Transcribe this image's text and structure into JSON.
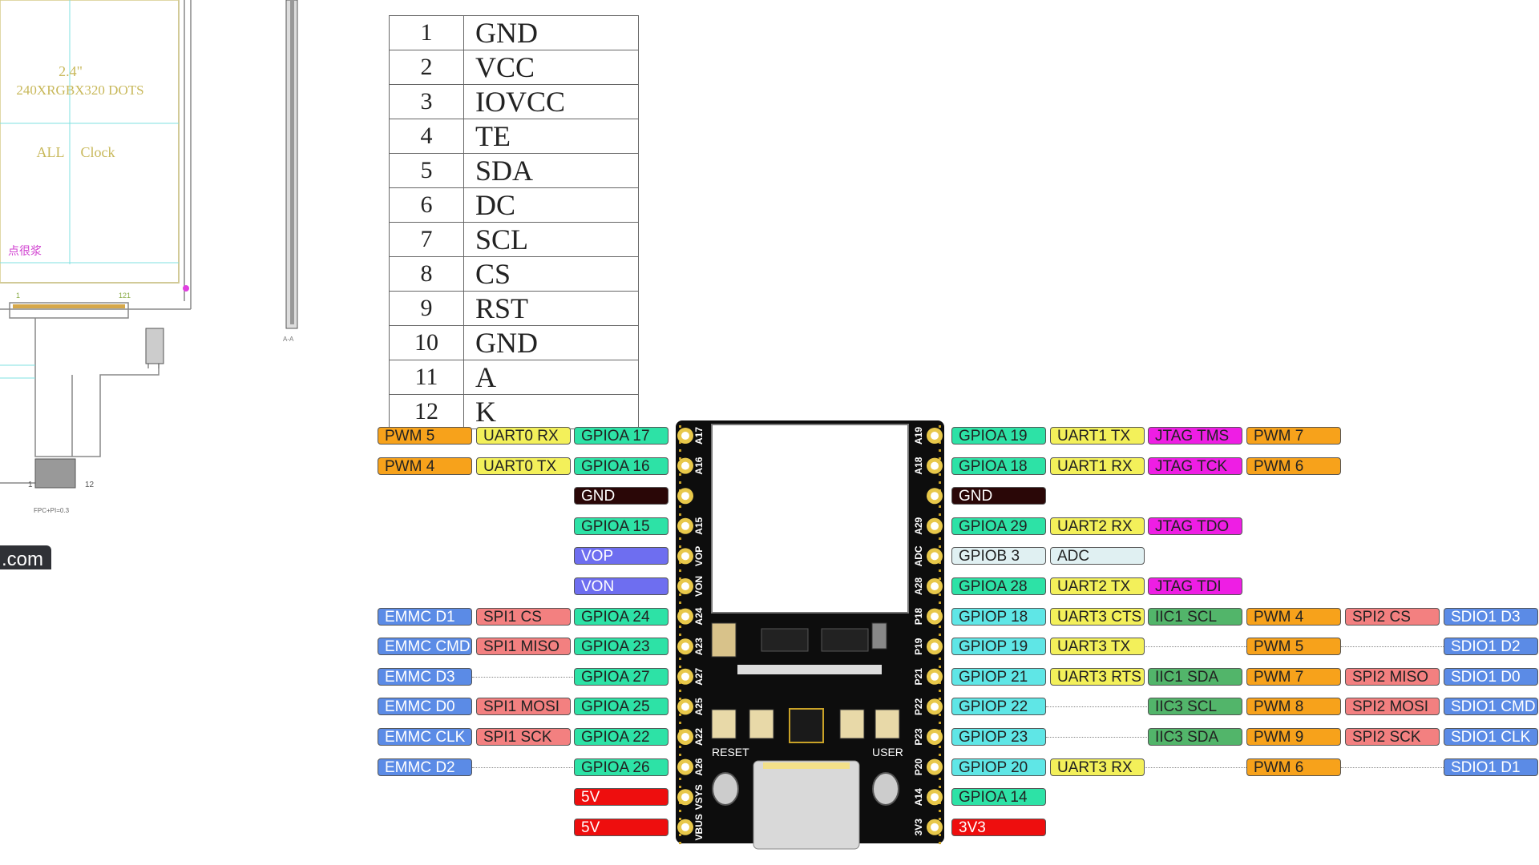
{
  "lcd_drawing": {
    "size_label": "2.4\"",
    "resolution_label": "240XRGBX320 DOTS",
    "clock_label_a": "ALL",
    "clock_label_b": "Clock",
    "pixel_label": "点很浆",
    "fpc_pin_first": "1",
    "fpc_pin_last": "12",
    "fpc_top_left": "1",
    "fpc_top_right": "121",
    "fpc_note": "FPC+PI=0.3",
    "side_view_label": "A-A"
  },
  "site_tab_text": ".com",
  "pin_table": [
    {
      "num": "1",
      "name": "GND"
    },
    {
      "num": "2",
      "name": "VCC"
    },
    {
      "num": "3",
      "name": "IOVCC"
    },
    {
      "num": "4",
      "name": "TE"
    },
    {
      "num": "5",
      "name": "SDA"
    },
    {
      "num": "6",
      "name": "DC"
    },
    {
      "num": "7",
      "name": "SCL"
    },
    {
      "num": "8",
      "name": "CS"
    },
    {
      "num": "9",
      "name": "RST"
    },
    {
      "num": "10",
      "name": "GND"
    },
    {
      "num": "11",
      "name": "A"
    },
    {
      "num": "12",
      "name": "K"
    }
  ],
  "colors": {
    "pwm": "#f7a21b",
    "uart": "#f3f05a",
    "gpio": "#2de2a6",
    "gpiop": "#5fe6e6",
    "gnd": "#2a0707",
    "pwr": "#ee0e0e",
    "vo": "#6e6ef0",
    "emmc": "#5b8be6",
    "spi": "#f38080",
    "jtag": "#ee1ee4",
    "iic": "#52b56a",
    "sdio": "#5b8be6",
    "gpiob": "#e0f0f2",
    "adc": "#e0f0f2",
    "board": "#0d0d0d",
    "pad": "#e8c84a"
  },
  "board": {
    "left_pin_ids": [
      "A17",
      "A16",
      "",
      "A15",
      "VOP",
      "VON",
      "A24",
      "A23",
      "A27",
      "A25",
      "A22",
      "A26",
      "VSYS",
      "VBUS"
    ],
    "right_pin_ids": [
      "A19",
      "A18",
      "",
      "A29",
      "ADC",
      "A28",
      "P18",
      "P19",
      "P21",
      "P22",
      "P23",
      "P20",
      "A14",
      "3V3"
    ],
    "reset_label": "RESET",
    "user_label": "USER"
  },
  "left_rows": [
    [
      {
        "t": "PWM 5",
        "c": "pwm"
      },
      {
        "t": "UART0 RX",
        "c": "uart"
      },
      {
        "t": "GPIOA 17",
        "c": "gpio"
      }
    ],
    [
      {
        "t": "PWM 4",
        "c": "pwm"
      },
      {
        "t": "UART0 TX",
        "c": "uart"
      },
      {
        "t": "GPIOA 16",
        "c": "gpio"
      }
    ],
    [
      null,
      null,
      {
        "t": "GND",
        "c": "gnd"
      }
    ],
    [
      null,
      null,
      {
        "t": "GPIOA 15",
        "c": "gpio"
      }
    ],
    [
      null,
      null,
      {
        "t": "VOP",
        "c": "vo"
      }
    ],
    [
      null,
      null,
      {
        "t": "VON",
        "c": "vo"
      }
    ],
    [
      {
        "t": "EMMC D1",
        "c": "emmc"
      },
      {
        "t": "SPI1 CS",
        "c": "spi"
      },
      {
        "t": "GPIOA 24",
        "c": "gpio"
      }
    ],
    [
      {
        "t": "EMMC CMD",
        "c": "emmc"
      },
      {
        "t": "SPI1 MISO",
        "c": "spi"
      },
      {
        "t": "GPIOA 23",
        "c": "gpio"
      }
    ],
    [
      {
        "t": "EMMC D3",
        "c": "emmc"
      },
      "dots",
      {
        "t": "GPIOA 27",
        "c": "gpio"
      }
    ],
    [
      {
        "t": "EMMC D0",
        "c": "emmc"
      },
      {
        "t": "SPI1 MOSI",
        "c": "spi"
      },
      {
        "t": "GPIOA 25",
        "c": "gpio"
      }
    ],
    [
      {
        "t": "EMMC CLK",
        "c": "emmc"
      },
      {
        "t": "SPI1 SCK",
        "c": "spi"
      },
      {
        "t": "GPIOA 22",
        "c": "gpio"
      }
    ],
    [
      {
        "t": "EMMC D2",
        "c": "emmc"
      },
      "dots",
      {
        "t": "GPIOA 26",
        "c": "gpio"
      }
    ],
    [
      null,
      null,
      {
        "t": "5V",
        "c": "pwr"
      }
    ],
    [
      null,
      null,
      {
        "t": "5V",
        "c": "pwr"
      }
    ]
  ],
  "right_rows": [
    [
      {
        "t": "GPIOA 19",
        "c": "gpio"
      },
      {
        "t": "UART1 TX",
        "c": "uart"
      },
      {
        "t": "JTAG TMS",
        "c": "jtag"
      },
      {
        "t": "PWM 7",
        "c": "pwm"
      },
      null,
      null
    ],
    [
      {
        "t": "GPIOA 18",
        "c": "gpio"
      },
      {
        "t": "UART1 RX",
        "c": "uart"
      },
      {
        "t": "JTAG TCK",
        "c": "jtag"
      },
      {
        "t": "PWM 6",
        "c": "pwm"
      },
      null,
      null
    ],
    [
      {
        "t": "GND",
        "c": "gnd"
      },
      null,
      null,
      null,
      null,
      null
    ],
    [
      {
        "t": "GPIOA 29",
        "c": "gpio"
      },
      {
        "t": "UART2 RX",
        "c": "uart"
      },
      {
        "t": "JTAG TDO",
        "c": "jtag"
      },
      null,
      null,
      null
    ],
    [
      {
        "t": "GPIOB 3",
        "c": "gpiob"
      },
      {
        "t": "ADC",
        "c": "adc"
      },
      null,
      null,
      null,
      null
    ],
    [
      {
        "t": "GPIOA 28",
        "c": "gpio"
      },
      {
        "t": "UART2 TX",
        "c": "uart"
      },
      {
        "t": "JTAG TDI",
        "c": "jtag"
      },
      null,
      null,
      null
    ],
    [
      {
        "t": "GPIOP 18",
        "c": "gpiop"
      },
      {
        "t": "UART3 CTS",
        "c": "uart"
      },
      {
        "t": "IIC1 SCL",
        "c": "iic"
      },
      {
        "t": "PWM 4",
        "c": "pwm"
      },
      {
        "t": "SPI2 CS",
        "c": "spi"
      },
      {
        "t": "SDIO1 D3",
        "c": "sdio"
      }
    ],
    [
      {
        "t": "GPIOP 19",
        "c": "gpiop"
      },
      {
        "t": "UART3 TX",
        "c": "uart"
      },
      "dots",
      {
        "t": "PWM 5",
        "c": "pwm"
      },
      "dots",
      {
        "t": "SDIO1 D2",
        "c": "sdio"
      }
    ],
    [
      {
        "t": "GPIOP 21",
        "c": "gpiop"
      },
      {
        "t": "UART3 RTS",
        "c": "uart"
      },
      {
        "t": "IIC1 SDA",
        "c": "iic"
      },
      {
        "t": "PWM 7",
        "c": "pwm"
      },
      {
        "t": "SPI2 MISO",
        "c": "spi"
      },
      {
        "t": "SDIO1 D0",
        "c": "sdio"
      }
    ],
    [
      {
        "t": "GPIOP 22",
        "c": "gpiop"
      },
      "dots",
      {
        "t": "IIC3 SCL",
        "c": "iic"
      },
      {
        "t": "PWM 8",
        "c": "pwm"
      },
      {
        "t": "SPI2 MOSI",
        "c": "spi"
      },
      {
        "t": "SDIO1 CMD",
        "c": "sdio"
      }
    ],
    [
      {
        "t": "GPIOP 23",
        "c": "gpiop"
      },
      "dots",
      {
        "t": "IIC3 SDA",
        "c": "iic"
      },
      {
        "t": "PWM 9",
        "c": "pwm"
      },
      {
        "t": "SPI2 SCK",
        "c": "spi"
      },
      {
        "t": "SDIO1 CLK",
        "c": "sdio"
      }
    ],
    [
      {
        "t": "GPIOP 20",
        "c": "gpiop"
      },
      {
        "t": "UART3 RX",
        "c": "uart"
      },
      "dots",
      {
        "t": "PWM 6",
        "c": "pwm"
      },
      "dots",
      {
        "t": "SDIO1 D1",
        "c": "sdio"
      }
    ],
    [
      {
        "t": "GPIOA 14",
        "c": "gpio"
      },
      null,
      null,
      null,
      null,
      null
    ],
    [
      {
        "t": "3V3",
        "c": "pwr"
      },
      null,
      null,
      null,
      null,
      null
    ]
  ]
}
